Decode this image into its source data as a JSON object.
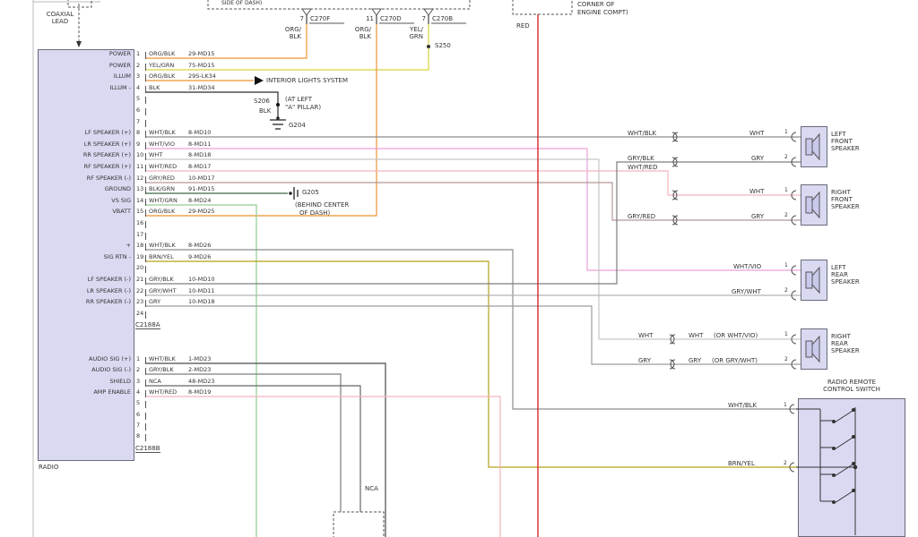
{
  "colors": {
    "orange": "#ef9332",
    "yellow_green": "#d6d33e",
    "black": "#2b2b2b",
    "black_green": "#3a6b40",
    "white_green": "#93cc93",
    "white_violet": "#eda0d9",
    "white_red": "#f3b3bd",
    "gray_red": "#b39898",
    "white_black": "#8c8c8c",
    "white": "#c6c6c6",
    "gray_black": "#7d7d7d",
    "gray_white": "#b3b3b3",
    "gray": "#9c9c9c",
    "brown_yellow": "#b3a019",
    "red": "#d42a2a",
    "dark": "#4a4a4a",
    "nca": "#666666",
    "structure": "#555555"
  },
  "coax": {
    "line1": "COAXIAL",
    "line2": "LEAD"
  },
  "top": {
    "dash_note": "SIDE OF DASH)",
    "connectors": [
      {
        "pin": "7",
        "code": "C270F",
        "wire_line1": "ORG/",
        "wire_line2": "BLK"
      },
      {
        "pin": "11",
        "code": "C270D",
        "wire_line1": "ORG/",
        "wire_line2": "BLK"
      },
      {
        "pin": "7",
        "code": "C270B",
        "wire_line1": "YEL/",
        "wire_line2": "GRN"
      }
    ],
    "splice": "S250",
    "engine_line1": "CORNER OF",
    "engine_line2": "ENGINE COMPT)",
    "red_label": "RED"
  },
  "radio": {
    "label": "RADIO",
    "connA": {
      "code": "C2188A",
      "pins": [
        {
          "n": "1",
          "name": "POWER",
          "wire": "ORG/BLK",
          "circuit": "29-MD15"
        },
        {
          "n": "2",
          "name": "POWER",
          "wire": "YEL/GRN",
          "circuit": "75-MD15"
        },
        {
          "n": "3",
          "name": "ILLUM",
          "wire": "ORG/BLK",
          "circuit": "29S-LK34"
        },
        {
          "n": "4",
          "name": "ILLUM -",
          "wire": "BLK",
          "circuit": "31-MD34"
        },
        {
          "n": "5"
        },
        {
          "n": "6"
        },
        {
          "n": "7"
        },
        {
          "n": "8",
          "name": "LF SPEAKER (+)",
          "wire": "WHT/BLK",
          "circuit": "8-MD10"
        },
        {
          "n": "9",
          "name": "LR SPEAKER (+)",
          "wire": "WHT/VIO",
          "circuit": "8-MD11"
        },
        {
          "n": "10",
          "name": "RR SPEAKER (+)",
          "wire": "WHT",
          "circuit": "8-MD18"
        },
        {
          "n": "11",
          "name": "RF SPEAKER (+)",
          "wire": "WHT/RED",
          "circuit": "8-MD17"
        },
        {
          "n": "12",
          "name": "RF SPEAKER (-)",
          "wire": "GRY/RED",
          "circuit": "10-MD17"
        },
        {
          "n": "13",
          "name": "GROUND",
          "wire": "BLK/GRN",
          "circuit": "91-MD15"
        },
        {
          "n": "14",
          "name": "VS SIG",
          "wire": "WHT/GRN",
          "circuit": "8-MD24"
        },
        {
          "n": "15",
          "name": "VBATT",
          "wire": "ORG/BLK",
          "circuit": "29-MD25"
        },
        {
          "n": "16"
        },
        {
          "n": "17"
        },
        {
          "n": "18",
          "name": "+",
          "wire": "WHT/BLK",
          "circuit": "8-MD26"
        },
        {
          "n": "19",
          "name": "SIG RTN -",
          "wire": "BRN/YEL",
          "circuit": "9-MD26"
        },
        {
          "n": "20"
        },
        {
          "n": "21",
          "name": "LF SPEAKER (-)",
          "wire": "GRY/BLK",
          "circuit": "10-MD10"
        },
        {
          "n": "22",
          "name": "LR SPEAKER (-)",
          "wire": "GRY/WHT",
          "circuit": "10-MD11"
        },
        {
          "n": "23",
          "name": "RR SPEAKER (-)",
          "wire": "GRY",
          "circuit": "10-MD18"
        },
        {
          "n": "24"
        }
      ]
    },
    "connB": {
      "code": "C2188B",
      "pins": [
        {
          "n": "1",
          "name": "AUDIO SIG (+)",
          "wire": "WHT/BLK",
          "circuit": "1-MD23"
        },
        {
          "n": "2",
          "name": "AUDIO SIG (-)",
          "wire": "GRY/BLK",
          "circuit": "2-MD23"
        },
        {
          "n": "3",
          "name": "SHIELD",
          "wire": "NCA",
          "circuit": "48-MD23"
        },
        {
          "n": "4",
          "name": "AMP ENABLE",
          "wire": "WHT/RED",
          "circuit": "8-MD19"
        },
        {
          "n": "5"
        },
        {
          "n": "6"
        },
        {
          "n": "7"
        },
        {
          "n": "8"
        }
      ]
    }
  },
  "notes": {
    "interior_lights": "INTERIOR LIGHTS SYSTEM",
    "s206": "S206",
    "s206_wire": "BLK",
    "s206_loc1": "(AT LEFT",
    "s206_loc2": "\"A\" PILLAR)",
    "g204": "G204",
    "g205": "G205",
    "g205_loc1": "(BEHIND CENTER",
    "g205_loc2": "OF DASH)",
    "nca": "NCA"
  },
  "right": {
    "lf1_left": "WHT/BLK",
    "lf1_right": "WHT",
    "lf2_left": "GRY/BLK",
    "lf2_right": "GRY",
    "rf1_left": "WHT/RED",
    "rf1_right": "WHT",
    "rf2_left": "GRY/RED",
    "rf2_right": "GRY",
    "lr1": "WHT/VIO",
    "lr2": "GRY/WHT",
    "rr1_a": "WHT",
    "rr1_b": "WHT",
    "rr1_or": "(OR WHT/VIO)",
    "rr2_a": "GRY",
    "rr2_b": "GRY",
    "rr2_or": "(OR GRY/WHT)",
    "remote1": "WHT/BLK",
    "remote2": "BRN/YEL",
    "speakers": [
      {
        "l1": "LEFT",
        "l2": "FRONT",
        "l3": "SPEAKER",
        "p1": "1",
        "p2": "2"
      },
      {
        "l1": "RIGHT",
        "l2": "FRONT",
        "l3": "SPEAKER",
        "p1": "1",
        "p2": "2"
      },
      {
        "l1": "LEFT",
        "l2": "REAR",
        "l3": "SPEAKER",
        "p1": "1",
        "p2": "2"
      },
      {
        "l1": "RIGHT",
        "l2": "REAR",
        "l3": "SPEAKER",
        "p1": "1",
        "p2": "2"
      }
    ],
    "remote_title1": "RADIO REMOTE",
    "remote_title2": "CONTROL SWITCH",
    "remote_p1": "1",
    "remote_p2": "2"
  }
}
